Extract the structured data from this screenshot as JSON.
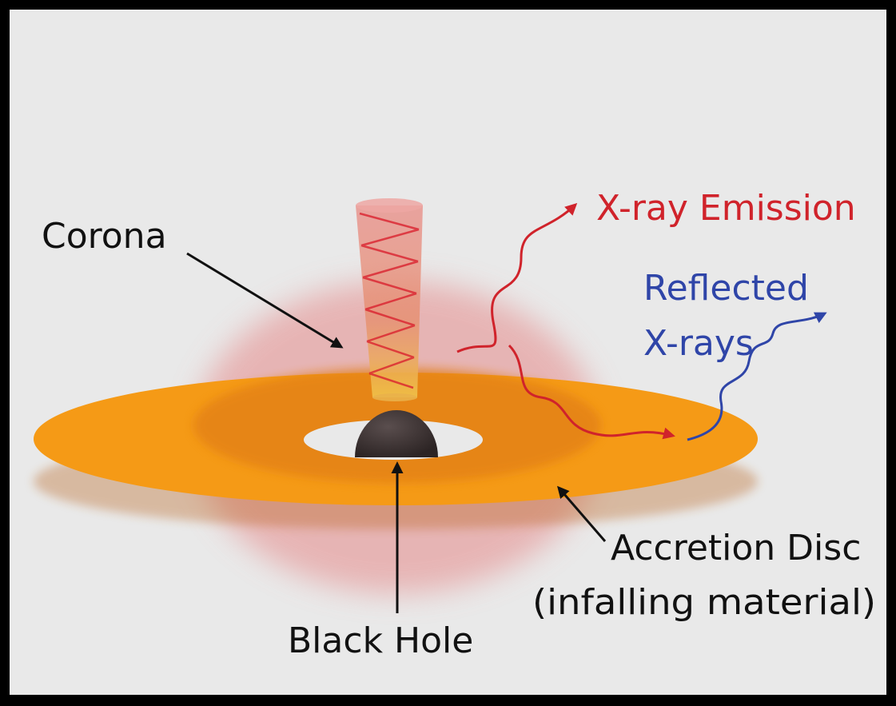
{
  "diagram": {
    "labels": {
      "corona": "Corona",
      "xray_emission": "X-ray Emission",
      "reflected_line1": "Reflected",
      "reflected_line2": "X-rays",
      "accretion_line1": "Accretion Disc",
      "accretion_line2": "(infalling material)",
      "black_hole": "Black Hole"
    },
    "colors": {
      "background": "#e9e9e9",
      "frame": "#000000",
      "disc": "#f59a16",
      "disc_inner": "#e27f14",
      "halo": "#e7a7a7",
      "corona_cone": "#e58a86",
      "coil": "#d9222e",
      "black_hole": "#3d3434",
      "emission_ray": "#d0232b",
      "reflected_ray": "#2f45a8",
      "label_dark": "#111111",
      "label_red": "#d0232b",
      "label_blue": "#2f45a8"
    }
  }
}
